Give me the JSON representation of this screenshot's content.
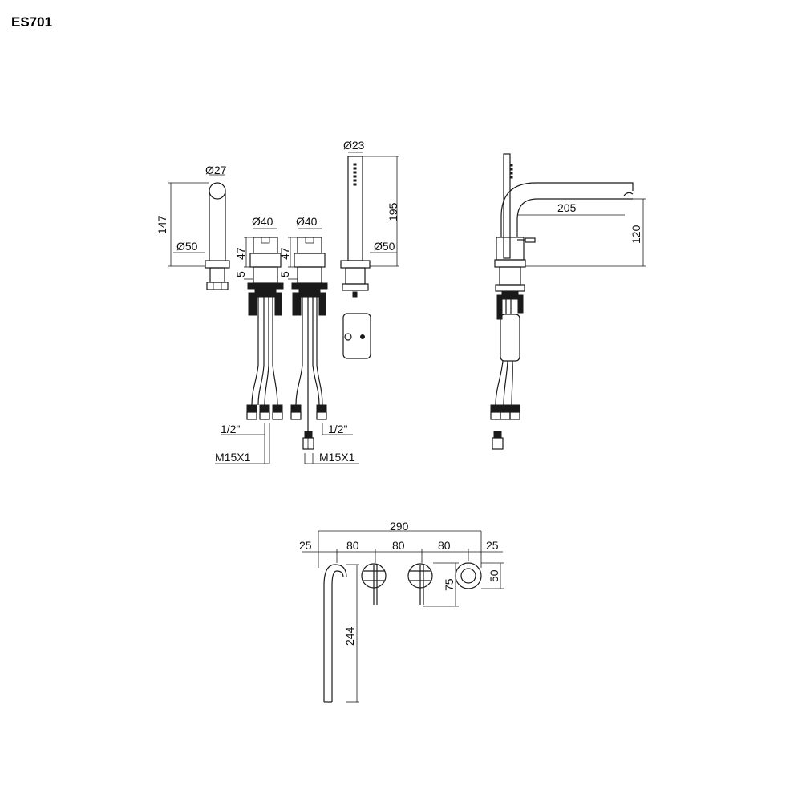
{
  "title": "ES701",
  "dims": {
    "d27": "Ø27",
    "d23": "Ø23",
    "d40a": "Ø40",
    "d40b": "Ø40",
    "d50a": "Ø50",
    "d50b": "Ø50",
    "h147": "147",
    "h195": "195",
    "h47a": "47",
    "h47b": "47",
    "h5a": "5",
    "h5b": "5",
    "half_a": "1/2\"",
    "half_b": "1/2\"",
    "m15_a": "M15X1",
    "m15_b": "M15X1",
    "w205": "205",
    "h120": "120",
    "w290": "290",
    "w25a": "25",
    "w80a": "80",
    "w80b": "80",
    "w80c": "80",
    "w25b": "25",
    "h50": "50",
    "h75": "75",
    "h244": "244"
  }
}
